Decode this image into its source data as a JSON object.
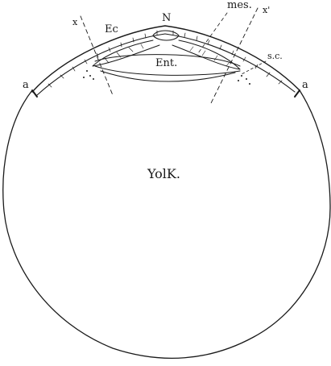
{
  "labels": {
    "ectoderm": "Ec",
    "notochord": "N",
    "mesoderm": "mes.",
    "section_left": "x",
    "section_right": "x'",
    "segmentation_cavity": "s.c.",
    "endoderm": "Ent.",
    "edge_left": "a",
    "edge_right": "a",
    "yolk": "YolK."
  },
  "colors": {
    "ink": "#1a1a1a",
    "background": "#ffffff"
  }
}
